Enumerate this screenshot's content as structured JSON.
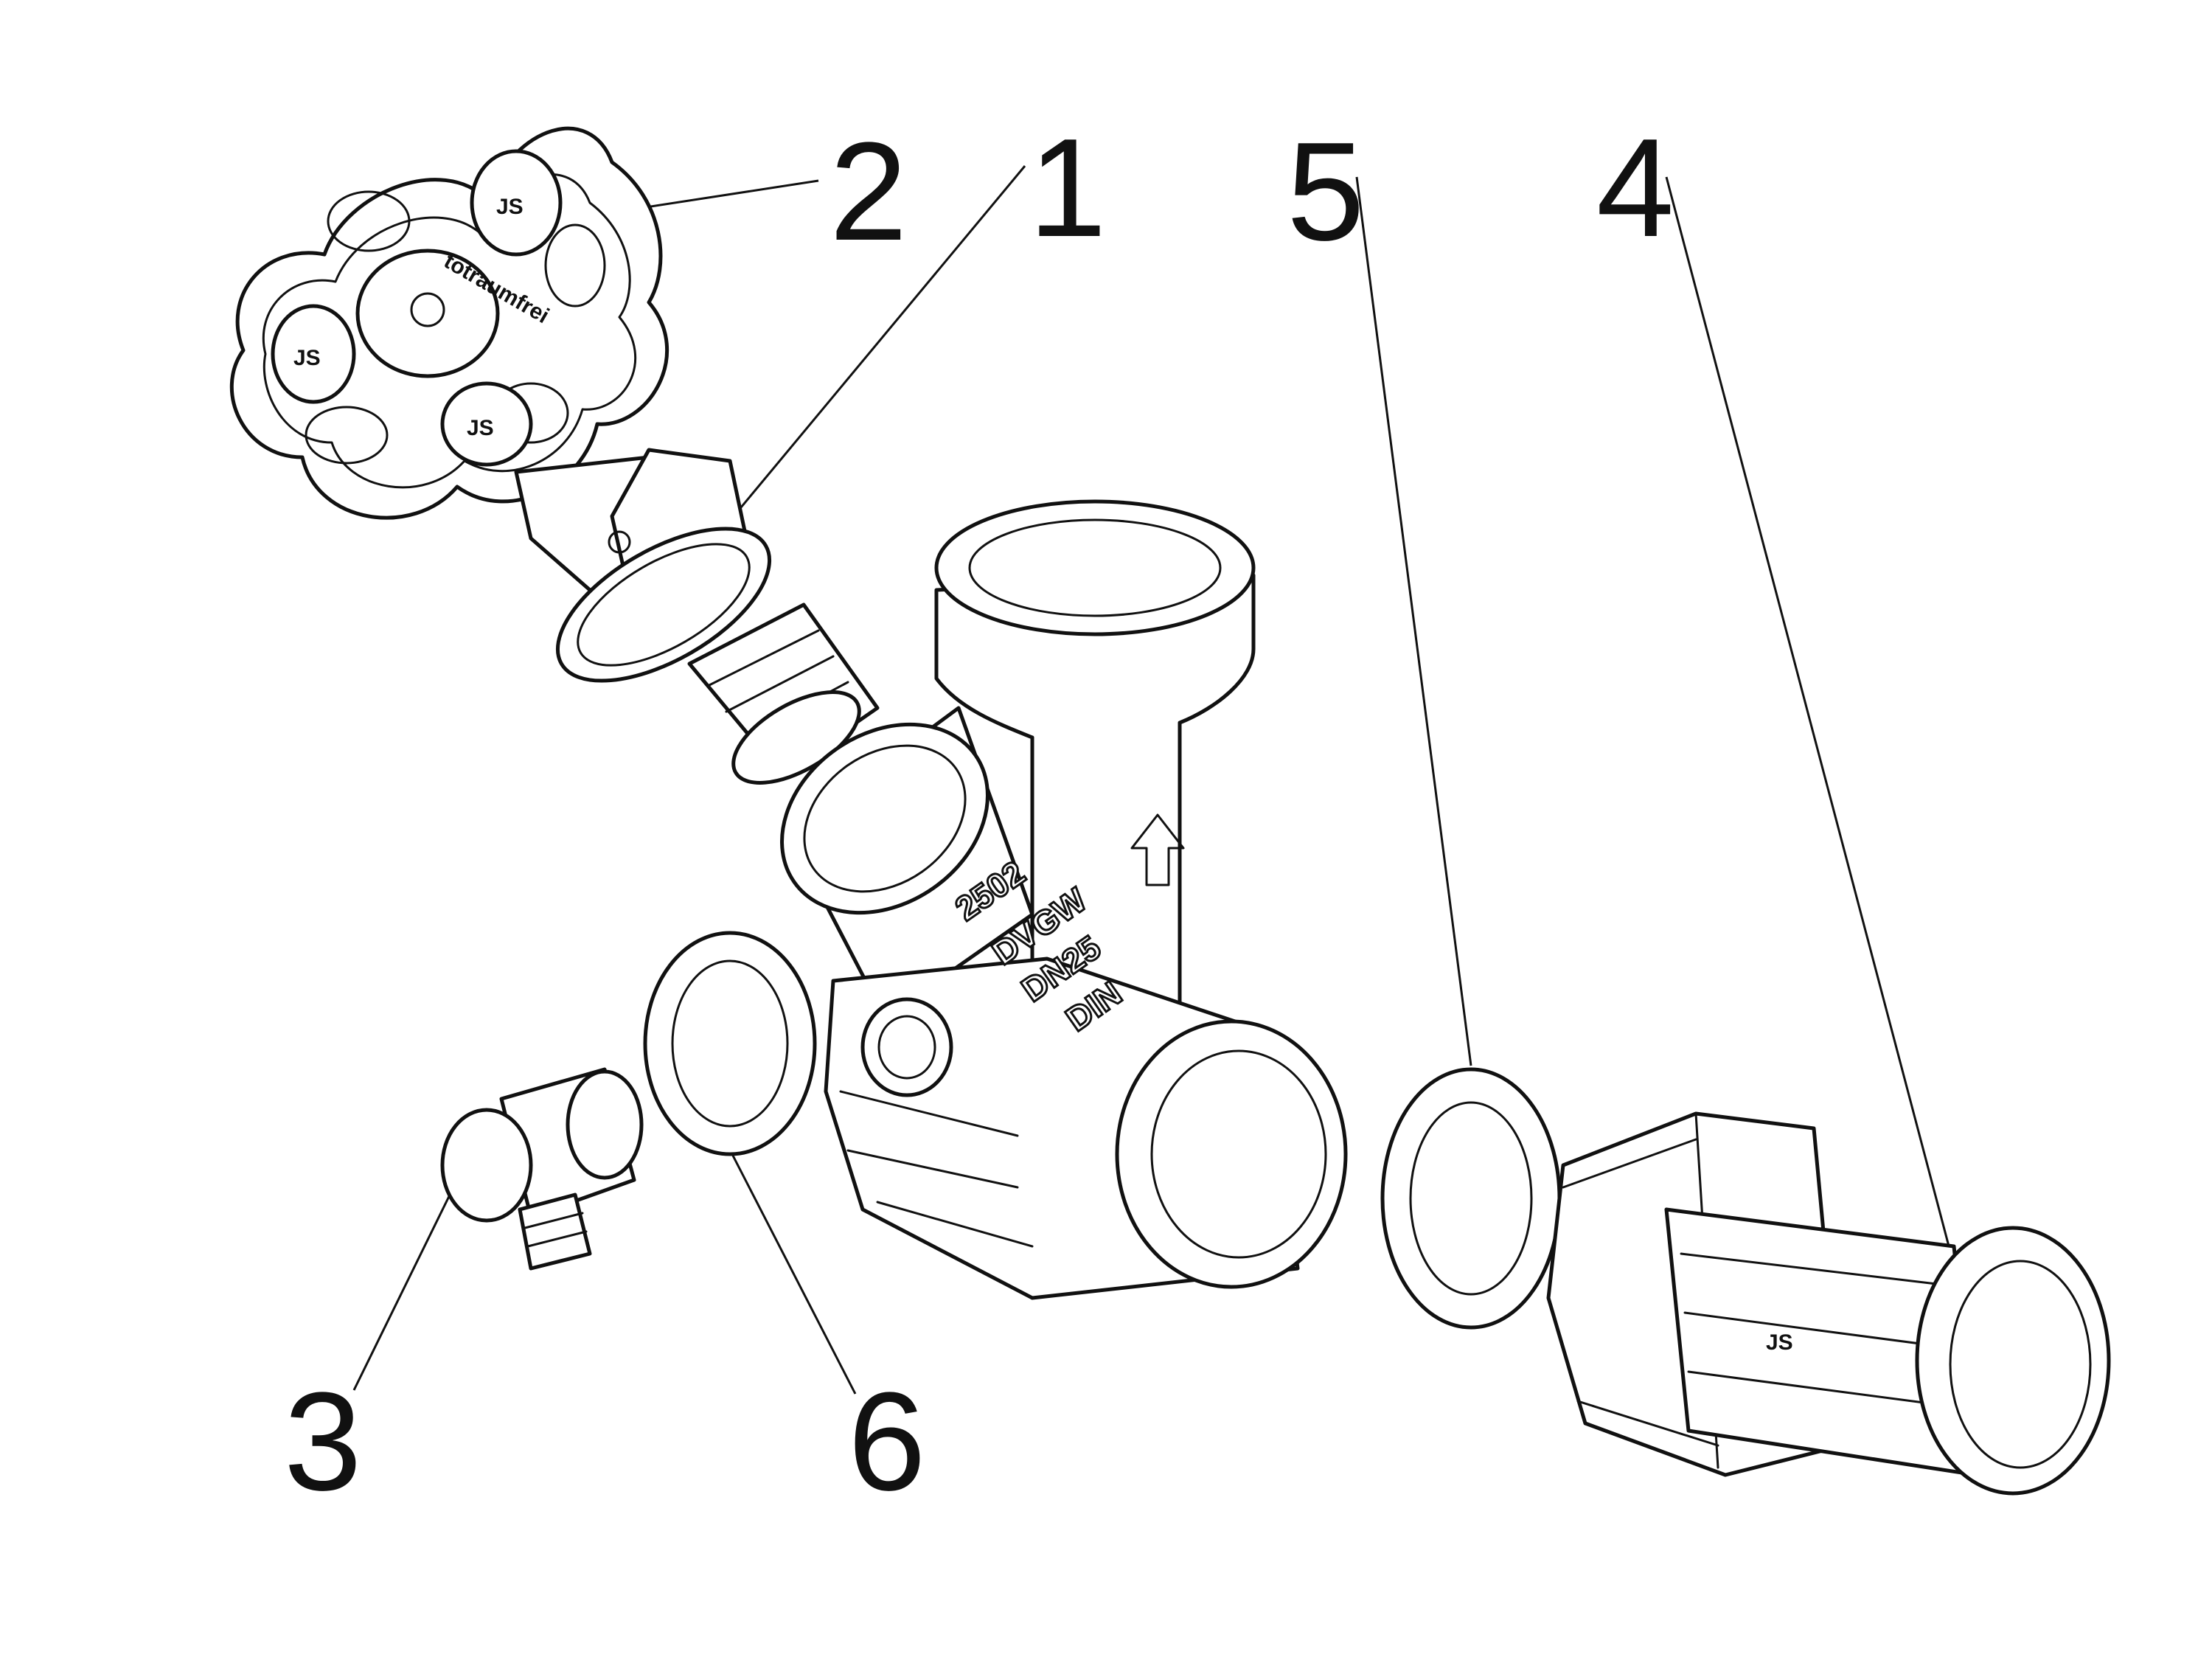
{
  "callouts": [
    {
      "id": "1",
      "label": "1"
    },
    {
      "id": "2",
      "label": "2"
    },
    {
      "id": "3",
      "label": "3"
    },
    {
      "id": "4",
      "label": "4"
    },
    {
      "id": "5",
      "label": "5"
    },
    {
      "id": "6",
      "label": "6"
    }
  ],
  "handwheel": {
    "hub_text": "totraumfrei",
    "logo": "JS"
  },
  "body_markings": {
    "line1": "2502",
    "line2": "DVGW",
    "line3": "DN25",
    "line4": "DIN"
  },
  "union_logo": "JS",
  "colors": {
    "ink": "#111111",
    "paper": "#ffffff"
  }
}
